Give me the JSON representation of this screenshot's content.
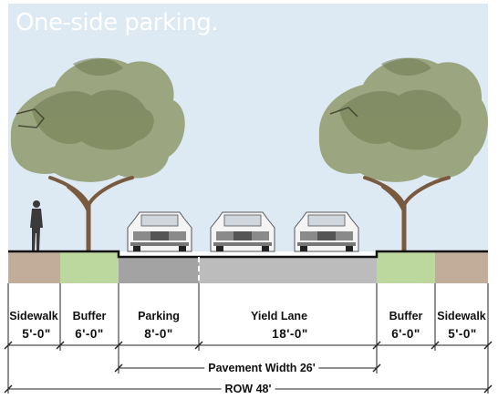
{
  "title": "One-side parking.",
  "segments": [
    {
      "label": "Sidewalk",
      "dimension": "5'-0\""
    },
    {
      "label": "Buffer",
      "dimension": "6'-0\""
    },
    {
      "label": "Parking",
      "dimension": "8'-0\""
    },
    {
      "label": "Yield Lane",
      "dimension": "18'-0\""
    },
    {
      "label": "Buffer",
      "dimension": "6'-0\""
    },
    {
      "label": "Sidewalk",
      "dimension": "5'-0\""
    }
  ],
  "pavement_width": "Pavement Width  26'",
  "row": "ROW  48'",
  "colors": {
    "sky": "#dde9f3",
    "sidewalk": "#c2ad9a",
    "buffer": "#bdd89f",
    "parking": "#a3a3a3",
    "lane": "#bcbcbc",
    "foliage": "#8f9a6c",
    "trunk": "#7a5a3e"
  }
}
